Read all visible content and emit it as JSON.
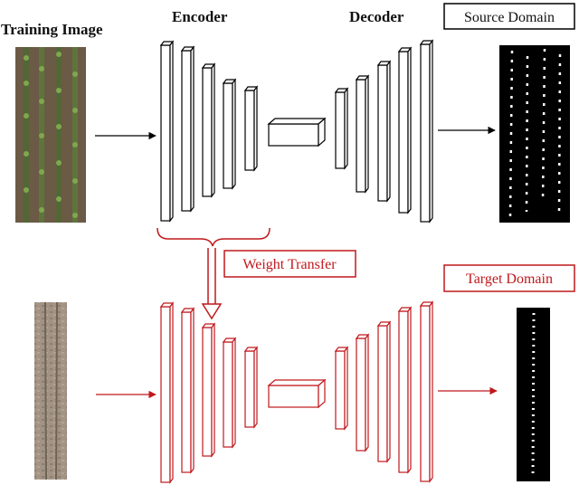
{
  "labels": {
    "training_image": "Training Image",
    "encoder": "Encoder",
    "decoder": "Decoder",
    "source_domain": "Source Domain",
    "target_domain": "Target Domain",
    "weight_transfer": "Weight Transfer"
  },
  "images": {
    "training_image": "aerial crop-row field image (green plants on brown soil)",
    "target_input": "aerial soil image with vertical tire tracks",
    "source_mask": "black segmentation mask with white dotted vertical plant rows",
    "target_mask": "black segmentation mask with single white dotted vertical row"
  },
  "colors": {
    "source_stroke": "#000000",
    "target_stroke": "#c0181c",
    "mask_background": "#000000",
    "mask_foreground": "#ffffff"
  }
}
